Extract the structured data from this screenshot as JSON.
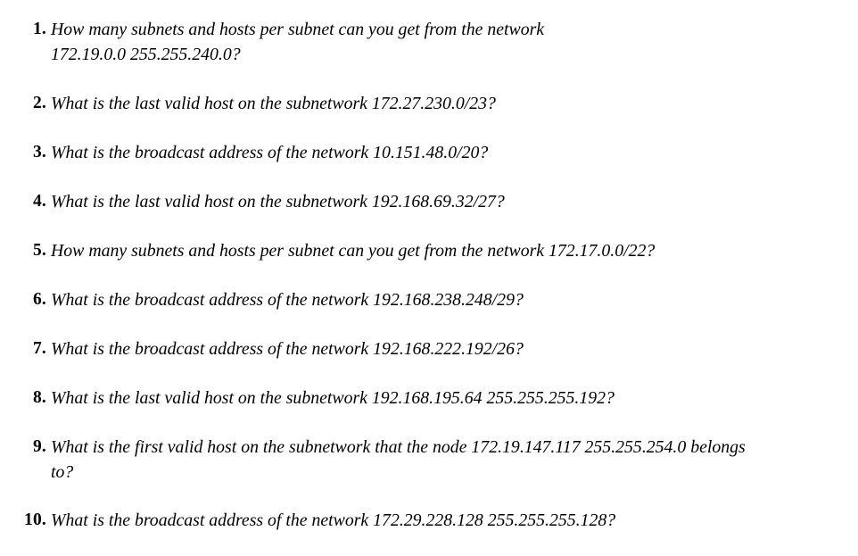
{
  "document": {
    "background_color": "#ffffff",
    "text_color": "#000000",
    "list_style": "decimal"
  },
  "questions": [
    {
      "marker": "1.",
      "text": "How many subnets and hosts per subnet can you get from the network 172.19.0.0 255.255.240.0?"
    },
    {
      "marker": "2.",
      "text": "What is the last valid host on the subnetwork 172.27.230.0/23?"
    },
    {
      "marker": "3.",
      "text": "What is the broadcast address of the network 10.151.48.0/20?"
    },
    {
      "marker": "4.",
      "text": "What is the last valid host on the subnetwork 192.168.69.32/27?"
    },
    {
      "marker": "5.",
      "text": "How many subnets and hosts per subnet can you get from the network 172.17.0.0/22?"
    },
    {
      "marker": "6.",
      "text": "What is the broadcast address of the network 192.168.238.248/29?"
    },
    {
      "marker": "7.",
      "text": "What is the broadcast address of the network 192.168.222.192/26?"
    },
    {
      "marker": "8.",
      "text": "What is the last valid host on the subnetwork 192.168.195.64 255.255.255.192?"
    },
    {
      "marker": "9.",
      "text": "What is the first valid host on the subnetwork that the node 172.19.147.117 255.255.254.0 belongs to?"
    },
    {
      "marker": "10.",
      "text": "What is the broadcast address of the network 172.29.228.128 255.255.255.128?"
    }
  ],
  "layout": {
    "item_tops": [
      19,
      102,
      157,
      212,
      267,
      322,
      377,
      432,
      487,
      569
    ],
    "item_widths": [
      700,
      900,
      900,
      900,
      900,
      900,
      900,
      900,
      880,
      900
    ]
  }
}
